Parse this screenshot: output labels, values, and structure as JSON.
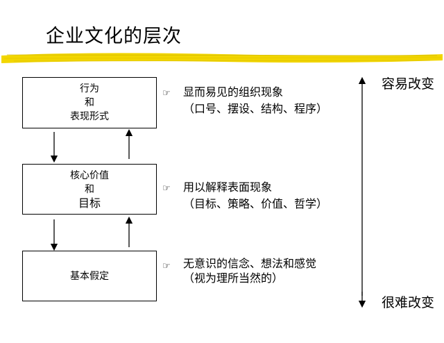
{
  "title": "企业文化的层次",
  "levels": [
    {
      "lines": [
        "行为",
        "和",
        "表现形式"
      ]
    },
    {
      "lines": [
        "核心价值",
        "和",
        "目标"
      ]
    },
    {
      "lines": [
        "基本假定"
      ]
    }
  ],
  "descriptions": [
    {
      "main": "显而易见的组织现象",
      "sub": "（口号、摆设、结构、程序）"
    },
    {
      "main": "用以解释表面现象",
      "sub": "（目标、策略、价值、哲学）"
    },
    {
      "main": "无意识的信念、想法和感觉",
      "sub": "（视为理所当然的）"
    }
  ],
  "scale": {
    "top": "容易改变",
    "bottom": "很难改变"
  },
  "bullet_icon": "pointing-hand-icon"
}
